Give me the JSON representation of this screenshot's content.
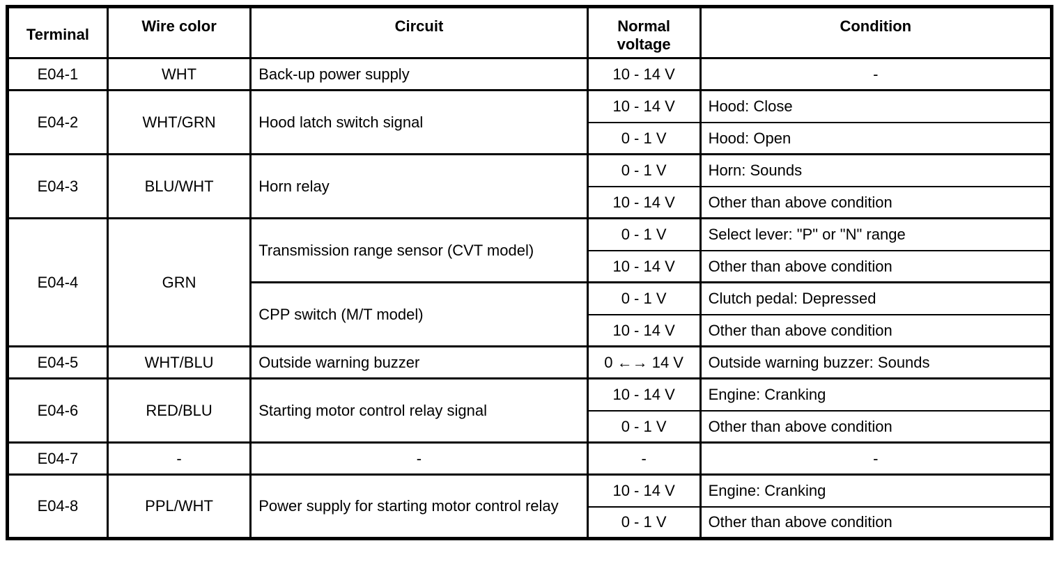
{
  "table": {
    "header": {
      "terminal": "Terminal",
      "wire_color": "Wire color",
      "circuit": "Circuit",
      "normal_voltage": "Normal voltage",
      "condition": "Condition"
    },
    "rows": [
      {
        "terminal": "E04-1",
        "wire_color": "WHT",
        "circuits": [
          {
            "circuit": "Back-up power supply",
            "measurements": [
              {
                "voltage": "10 - 14 V",
                "condition": "-"
              }
            ]
          }
        ]
      },
      {
        "terminal": "E04-2",
        "wire_color": "WHT/GRN",
        "circuits": [
          {
            "circuit": "Hood latch switch signal",
            "measurements": [
              {
                "voltage": "10 - 14 V",
                "condition": "Hood: Close"
              },
              {
                "voltage": "0 - 1 V",
                "condition": "Hood: Open"
              }
            ]
          }
        ]
      },
      {
        "terminal": "E04-3",
        "wire_color": "BLU/WHT",
        "circuits": [
          {
            "circuit": "Horn relay",
            "measurements": [
              {
                "voltage": "0 - 1 V",
                "condition": "Horn: Sounds"
              },
              {
                "voltage": "10 - 14 V",
                "condition": "Other than above condition"
              }
            ]
          }
        ]
      },
      {
        "terminal": "E04-4",
        "wire_color": "GRN",
        "circuits": [
          {
            "circuit": "Transmission range sensor (CVT model)",
            "measurements": [
              {
                "voltage": "0 - 1 V",
                "condition": "Select lever: \"P\" or \"N\" range"
              },
              {
                "voltage": "10 - 14 V",
                "condition": "Other than above condition"
              }
            ]
          },
          {
            "circuit": "CPP switch (M/T model)",
            "measurements": [
              {
                "voltage": "0 - 1 V",
                "condition": "Clutch pedal: Depressed"
              },
              {
                "voltage": "10 - 14 V",
                "condition": "Other than above condition"
              }
            ]
          }
        ]
      },
      {
        "terminal": "E04-5",
        "wire_color": "WHT/BLU",
        "circuits": [
          {
            "circuit": "Outside warning buzzer",
            "measurements": [
              {
                "voltage": "0 ←→ 14 V",
                "condition": "Outside warning buzzer: Sounds"
              }
            ]
          }
        ]
      },
      {
        "terminal": "E04-6",
        "wire_color": "RED/BLU",
        "circuits": [
          {
            "circuit": "Starting motor control relay signal",
            "measurements": [
              {
                "voltage": "10 - 14 V",
                "condition": "Engine: Cranking"
              },
              {
                "voltage": "0 - 1 V",
                "condition": "Other than above condition"
              }
            ]
          }
        ]
      },
      {
        "terminal": "E04-7",
        "wire_color": "-",
        "circuits": [
          {
            "circuit": "-",
            "measurements": [
              {
                "voltage": "-",
                "condition": "-"
              }
            ]
          }
        ]
      },
      {
        "terminal": "E04-8",
        "wire_color": "PPL/WHT",
        "circuits": [
          {
            "circuit": "Power supply for starting motor control relay",
            "measurements": [
              {
                "voltage": "10 - 14 V",
                "condition": "Engine: Cranking"
              },
              {
                "voltage": "0 - 1 V",
                "condition": "Other than above condition"
              }
            ]
          }
        ]
      }
    ]
  }
}
